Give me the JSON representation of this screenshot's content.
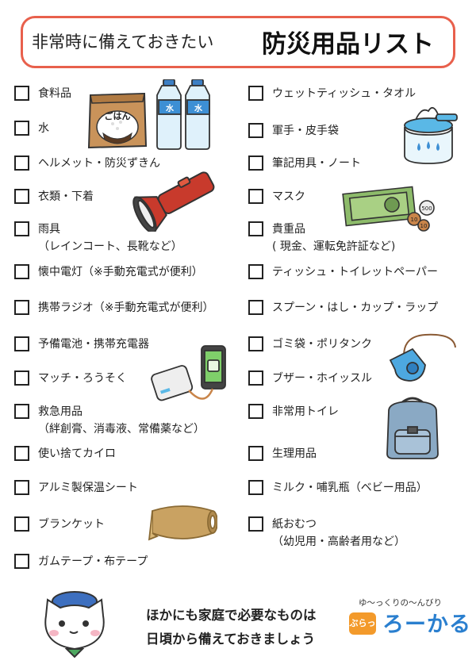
{
  "header": {
    "subtitle": "非常時に備えておきたい",
    "title": "防災用品リスト"
  },
  "left_items": [
    {
      "label": "食料品"
    },
    {
      "label": "水"
    },
    {
      "label": "ヘルメット・防災ずきん"
    },
    {
      "label": "衣類・下着"
    },
    {
      "label": "雨具",
      "sub": "（レインコート、長靴など）"
    },
    {
      "label": "懐中電灯（※手動充電式が便利）"
    },
    {
      "label": "携帯ラジオ（※手動充電式が便利）"
    },
    {
      "label": "予備電池・携帯充電器"
    },
    {
      "label": "マッチ・ろうそく"
    },
    {
      "label": "救急用品",
      "sub": "（絆創膏、消毒液、常備薬など）"
    },
    {
      "label": "使い捨てカイロ"
    },
    {
      "label": "アルミ製保温シート"
    },
    {
      "label": "ブランケット"
    },
    {
      "label": "ガムテープ・布テープ"
    }
  ],
  "right_items": [
    {
      "label": "ウェットティッシュ・タオル"
    },
    {
      "label": "軍手・皮手袋"
    },
    {
      "label": "筆記用具・ノート"
    },
    {
      "label": "マスク"
    },
    {
      "label": "貴重品",
      "sub": "( 現金、運転免許証など)"
    },
    {
      "label": "ティッシュ・トイレットペーパー"
    },
    {
      "label": "スプーン・はし・カップ・ラップ"
    },
    {
      "label": "ゴミ袋・ポリタンク"
    },
    {
      "label": "ブザー・ホイッスル"
    },
    {
      "label": "非常用トイレ"
    },
    {
      "label": "生理用品"
    },
    {
      "label": "ミルク・哺乳瓶（ベビー用品）"
    },
    {
      "label": "紙おむつ",
      "sub": "（幼児用・高齢者用など）"
    }
  ],
  "illustrations": {
    "rice_bag_label": "ごはん",
    "water_label": "水",
    "money_labels": [
      "500",
      "10",
      "10"
    ]
  },
  "footer": {
    "line1": "ほかにも家庭で必要なものは",
    "line2": "日頃から備えておきましょう"
  },
  "brand": {
    "tagline": "ゆ～っくりの～んびり",
    "prefix": "ぶらっと",
    "name": "ろーかる"
  },
  "colors": {
    "title_border": "#e8604c",
    "brand_blue": "#2a7fcf",
    "brand_orange": "#f39a2b"
  }
}
